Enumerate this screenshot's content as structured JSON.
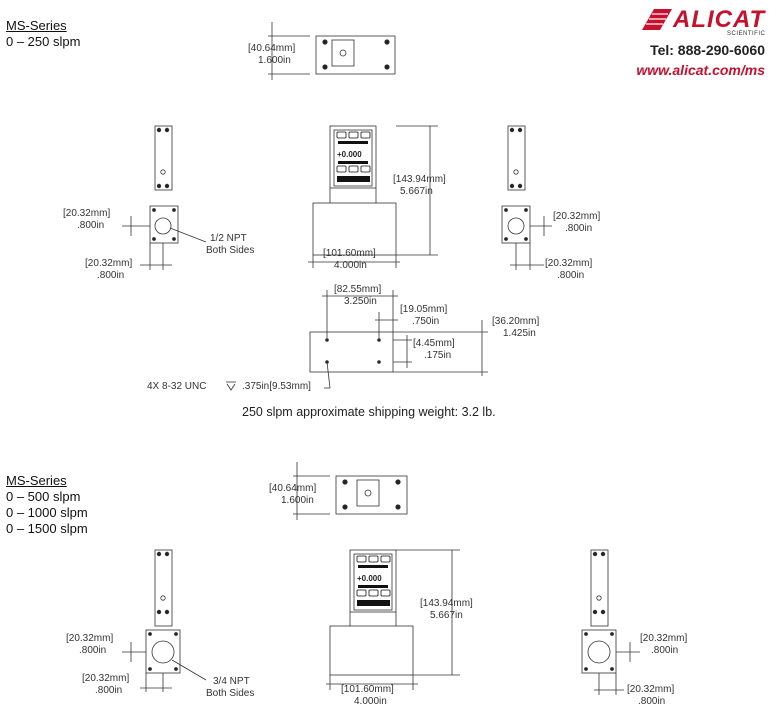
{
  "header": {
    "brand": "ALICAT",
    "brand_sub": "SCIENTIFIC",
    "tel": "Tel: 888-290-6060",
    "url": "www.alicat.com/ms",
    "accent": "#c8102e"
  },
  "section1": {
    "title": "MS-Series",
    "ranges": [
      "0 – 250 slpm"
    ],
    "top_dim": {
      "mm": "[40.64mm]",
      "in": "1.600in"
    },
    "height_dim": {
      "mm": "[143.94mm]",
      "in": "5.667in"
    },
    "width_dim": {
      "mm": "[101.60mm]",
      "in": "4.000in"
    },
    "side_dim_v": {
      "mm": "[20.32mm]",
      "in": ".800in"
    },
    "side_dim_h": {
      "mm": "[20.32mm]",
      "in": ".800in"
    },
    "npt": "1/2 NPT",
    "npt_note": "Both Sides",
    "base_dims": {
      "d1": {
        "mm": "[82.55mm]",
        "in": "3.250in"
      },
      "d2": {
        "mm": "[19.05mm]",
        "in": ".750in"
      },
      "d3": {
        "mm": "[4.45mm]",
        "in": ".175in"
      },
      "d4": {
        "mm": "[36.20mm]",
        "in": "1.425in"
      }
    },
    "thread_note": "4X 8-32 UNC",
    "thread_depth": ".375in[9.53mm]",
    "shipping": "250 slpm approximate shipping weight: 3.2 lb."
  },
  "section2": {
    "title": "MS-Series",
    "ranges": [
      "0 – 500 slpm",
      "0 – 1000 slpm",
      "0 – 1500 slpm"
    ],
    "top_dim": {
      "mm": "[40.64mm]",
      "in": "1.600in"
    },
    "height_dim": {
      "mm": "[143.94mm]",
      "in": "5.667in"
    },
    "width_dim": {
      "mm": "[101.60mm]",
      "in": "4.000in"
    },
    "side_dim_v": {
      "mm": "[20.32mm]",
      "in": ".800in"
    },
    "side_dim_h": {
      "mm": "[20.32mm]",
      "in": ".800in"
    },
    "npt": "3/4 NPT",
    "npt_note": "Both Sides"
  },
  "display": {
    "reading": "+0.000"
  }
}
